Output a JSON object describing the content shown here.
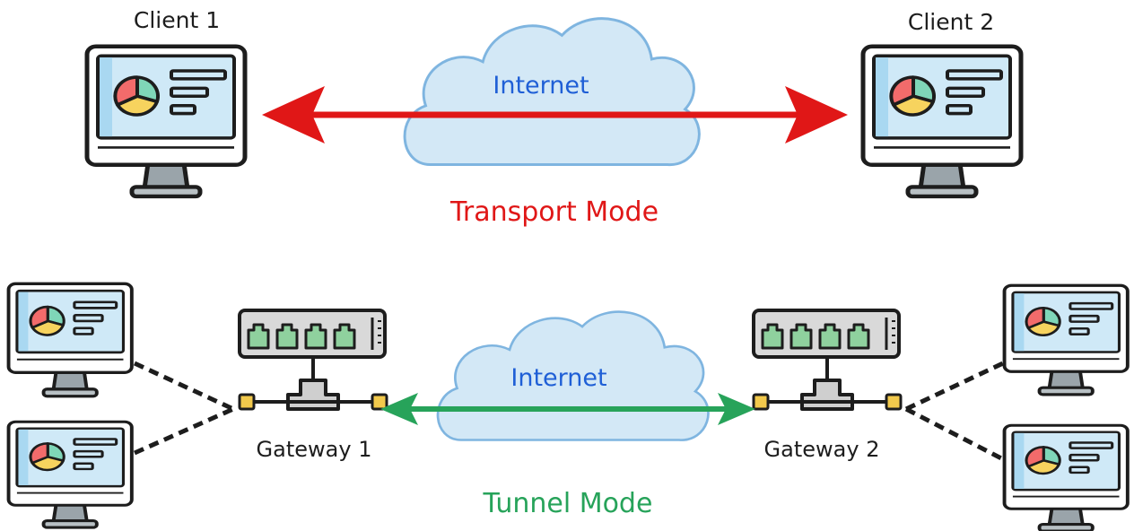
{
  "top": {
    "client1": {
      "label": "Client 1"
    },
    "client2": {
      "label": "Client 2"
    },
    "cloud": {
      "label": "Internet"
    },
    "mode": {
      "label": "Transport Mode"
    }
  },
  "bottom": {
    "gateway1": {
      "label": "Gateway 1"
    },
    "gateway2": {
      "label": "Gateway 2"
    },
    "cloud": {
      "label": "Internet"
    },
    "mode": {
      "label": "Tunnel Mode"
    }
  },
  "colors": {
    "transport": "#e01717",
    "tunnel": "#27a35a",
    "internet_text": "#1f5fd6",
    "cloud_fill": "#d3e8f6",
    "cloud_stroke": "#7fb5e0",
    "screen": "#cfe9f7",
    "outline": "#1d1d1d",
    "gateway_port": "#8fd19e",
    "gateway_body": "#cfcfcf",
    "connector": "#f2c94c",
    "pie_red": "#f26b6b",
    "pie_yellow": "#f7d35e",
    "pie_teal": "#7fd6b8"
  }
}
